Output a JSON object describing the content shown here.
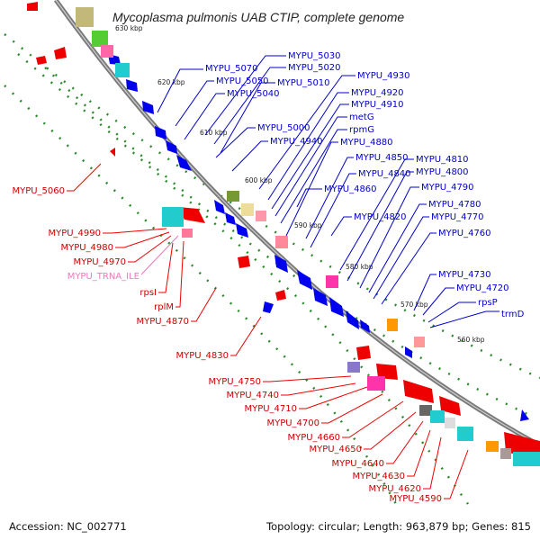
{
  "title": "Mycoplasma pulmonis UAB CTIP, complete genome",
  "footer": {
    "accession": "Accession: NC_002771",
    "topology": "Topology: circular; Length: 963,879 bp; Genes: 815"
  },
  "colors": {
    "forward": "#0000ee",
    "reverse": "#ee0000",
    "trna": "#ee66aa",
    "backbone": "#888888",
    "dots": "#2d8a2d"
  },
  "kbp_ticks": [
    "630 kbp",
    "620 kbp",
    "610 kbp",
    "600 kbp",
    "590 kbp",
    "580 kbp",
    "570 kbp",
    "560 kbp"
  ],
  "forward_genes": [
    "MYPU_5070",
    "MYPU_5050",
    "MYPU_5040",
    "MYPU_5030",
    "MYPU_5020",
    "MYPU_5010",
    "MYPU_5000",
    "MYPU_4940",
    "MYPU_4930",
    "MYPU_4920",
    "MYPU_4910",
    "metG",
    "rpmG",
    "MYPU_4880",
    "MYPU_4850",
    "MYPU_4840",
    "MYPU_4860",
    "MYPU_4810",
    "MYPU_4800",
    "MYPU_4790",
    "MYPU_4820",
    "MYPU_4780",
    "MYPU_4770",
    "MYPU_4760",
    "MYPU_4730",
    "MYPU_4720",
    "rpsP",
    "trmD"
  ],
  "reverse_genes": [
    "MYPU_5060",
    "MYPU_4990",
    "MYPU_4980",
    "MYPU_4970",
    "MYPU_TRNA_ILE",
    "rpsI",
    "rplM",
    "MYPU_4870",
    "MYPU_4830",
    "MYPU_4750",
    "MYPU_4740",
    "MYPU_4710",
    "MYPU_4700",
    "MYPU_4660",
    "MYPU_4650",
    "MYPU_4640",
    "MYPU_4630",
    "MYPU_4620",
    "MYPU_4590"
  ]
}
